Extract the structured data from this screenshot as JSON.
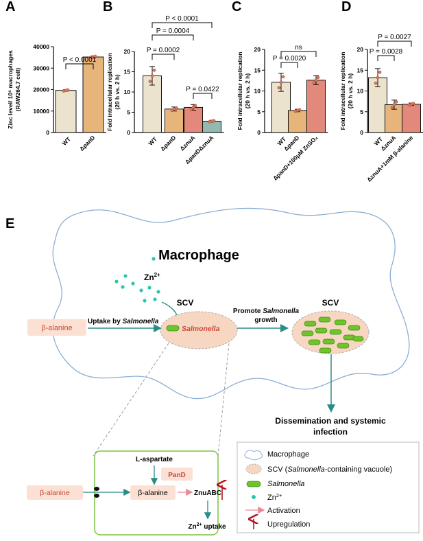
{
  "chart_data": [
    {
      "type": "bar",
      "panel": "A",
      "ylabel": [
        "Zinc level/ 10⁶ macrophages",
        "(RAW264.7 cell)"
      ],
      "ylim": [
        0,
        40000
      ],
      "yticks": [
        "0",
        "10000",
        "20000",
        "30000",
        "40000"
      ],
      "categories": [
        "WT",
        "ΔpanD"
      ],
      "values": [
        19600,
        35200
      ],
      "errors": [
        400,
        500
      ],
      "colors": [
        "#ece3cf",
        "#e7b47a"
      ],
      "comparisons": [
        {
          "from": 0,
          "to": 1,
          "label": "P < 0.0001"
        }
      ]
    },
    {
      "type": "bar",
      "panel": "B",
      "ylabel": [
        "Fold intracellular replication",
        "(20 h vs. 2 h)"
      ],
      "ylim": [
        0,
        20
      ],
      "yticks": [
        "0",
        "5",
        "10",
        "15",
        "20"
      ],
      "categories": [
        "WT",
        "ΔpanD",
        "ΔznuA",
        "ΔpanDΔznuA"
      ],
      "values": [
        14,
        5.8,
        6.2,
        2.8
      ],
      "errors": [
        2.3,
        0.5,
        0.7,
        0.2
      ],
      "colors": [
        "#ece3cf",
        "#e7b47a",
        "#e2897b",
        "#93b9b0"
      ],
      "comparisons": [
        {
          "from": 0,
          "to": 3,
          "label": "P < 0.0001"
        },
        {
          "from": 0,
          "to": 2,
          "label": "P = 0.0004"
        },
        {
          "from": 0,
          "to": 1,
          "label": "P = 0.0002"
        },
        {
          "from": 2,
          "to": 3,
          "label": "P = 0.0422"
        }
      ]
    },
    {
      "type": "bar",
      "panel": "C",
      "ylabel": [
        "Fold intracellular replication",
        "(20 h vs. 2 h)"
      ],
      "ylim": [
        0,
        20
      ],
      "yticks": [
        "0",
        "5",
        "10",
        "15",
        "20"
      ],
      "categories": [
        "WT",
        "ΔpanD",
        "ΔpanD+100μM ZnSO₄"
      ],
      "values": [
        12.1,
        5.3,
        12.6
      ],
      "errors": [
        2.2,
        0.3,
        1.1
      ],
      "colors": [
        "#ece3cf",
        "#e7b47a",
        "#e2897b"
      ],
      "comparisons": [
        {
          "from": 0,
          "to": 2,
          "label": "ns"
        },
        {
          "from": 0,
          "to": 1,
          "label": "P = 0.0020"
        }
      ]
    },
    {
      "type": "bar",
      "panel": "D",
      "ylabel": [
        "Fold intracellular replication",
        "(20 h vs. 2 h)"
      ],
      "ylim": [
        0,
        20
      ],
      "yticks": [
        "0",
        "5",
        "10",
        "15",
        "20"
      ],
      "categories": [
        "WT",
        "ΔznuA",
        "ΔznuA+1mM β-alanine"
      ],
      "values": [
        13.2,
        6.7,
        6.8
      ],
      "errors": [
        2.2,
        1.1,
        0.3
      ],
      "colors": [
        "#ece3cf",
        "#e7b47a",
        "#e2897b"
      ],
      "comparisons": [
        {
          "from": 0,
          "to": 2,
          "label": "P = 0.0027"
        },
        {
          "from": 0,
          "to": 1,
          "label": "P = 0.0028"
        }
      ]
    }
  ],
  "diagram": {
    "panel_label": "E",
    "macrophage_title": "Macrophage",
    "zn_label": "Zn",
    "zn_sup": "2+",
    "scv_left": "SCV",
    "scv_right": "SCV",
    "salmonella": "Salmonella",
    "beta_alanine": "β-alanine",
    "uptake_prefix": "Uptake by ",
    "uptake_italic": "Salmonella",
    "promote_line1_prefix": "Promote ",
    "promote_line1_italic": "Salmonella",
    "promote_line2": "growth",
    "dissemination_line1": "Dissemination and systemic",
    "dissemination_line2": "infection",
    "inset": {
      "beta_alanine_outside": "β-alanine",
      "l_aspartate": "L-aspartate",
      "pand": "PanD",
      "beta_alanine_inside": "β-alanine",
      "znuabc": "ZnuABC",
      "zn_uptake_prefix": "Zn",
      "zn_uptake_sup": "2+",
      "zn_uptake_suffix": " uptake"
    },
    "legend": {
      "macrophage": "Macrophage",
      "scv_prefix": "SCV (",
      "scv_italic": "Salmonella",
      "scv_suffix": "-containing vacuole)",
      "salmonella": "Salmonella",
      "zn": "Zn",
      "zn_sup": "2+",
      "activation": "Activation",
      "upregulation": "Upregulation"
    },
    "colors": {
      "teal": "#2a8c86",
      "dot": "#2ec4b0",
      "box": "#fbe0d3",
      "box_text": "#c84a3a",
      "scv_fill": "#f7d7c2",
      "green": "#6fc42b",
      "pink_arrow": "#e88a9a",
      "red_arrow": "#b5121b",
      "macrophage_line": "#8aaed6"
    }
  }
}
